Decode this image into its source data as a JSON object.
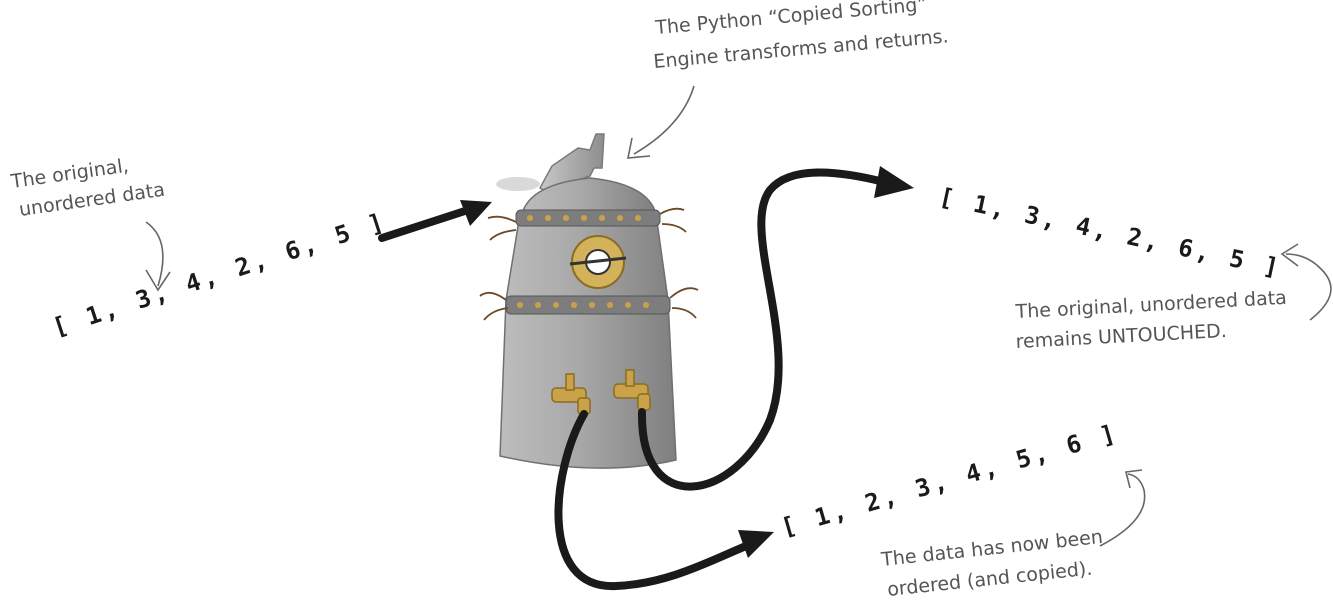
{
  "annotations": {
    "engine_line1": "The Python “Copied Sorting”",
    "engine_line2": "Engine transforms and returns.",
    "original_line1": "The original,",
    "original_line2": "unordered data",
    "untouched_line1": "The original, unordered data",
    "untouched_line2": "remains UNTOUCHED.",
    "ordered_line1": "The data has now been",
    "ordered_line2": "ordered (and copied)."
  },
  "lists": {
    "input": "[ 1, 3, 4, 2, 6, 5 ]",
    "untouched": "[ 1, 3, 4, 2, 6, 5 ]",
    "sorted": "[ 1, 2, 3, 4, 5, 6 ]"
  },
  "colors": {
    "ink": "#1a1a1a",
    "annotation": "#555555",
    "engine_body": "#9a9a9a",
    "taps": "#c9a24a"
  }
}
